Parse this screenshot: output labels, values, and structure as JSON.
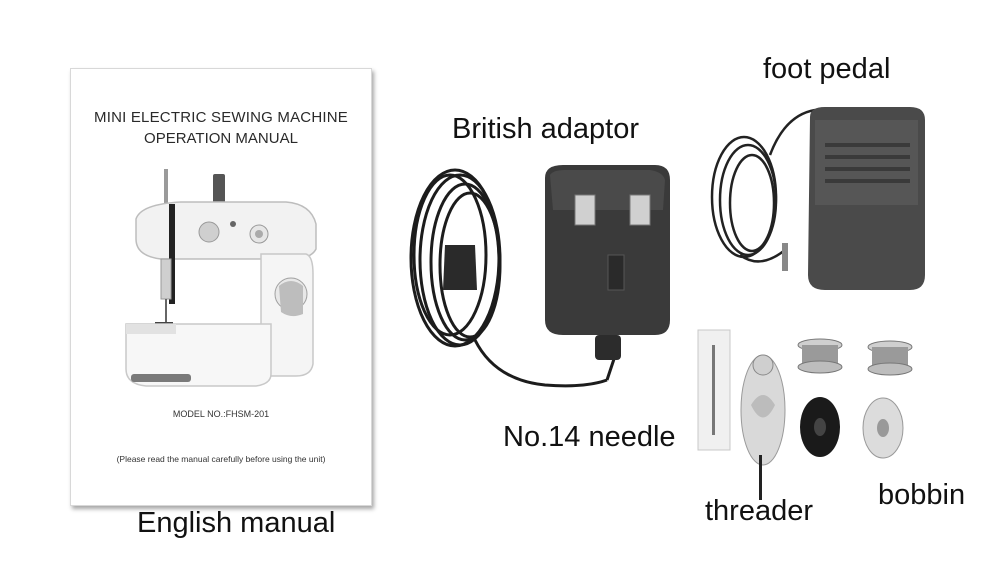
{
  "manual": {
    "title_line1": "MINI ELECTRIC SEWING MACHINE",
    "title_line2": "OPERATION MANUAL",
    "model": "MODEL NO.:FHSM-201",
    "note": "(Please read the manual carefully before using the unit)"
  },
  "captions": {
    "manual": "English manual",
    "adaptor": "British adaptor",
    "pedal": "foot pedal",
    "needle": "No.14 needle",
    "threader": "threader",
    "bobbin": "bobbin"
  }
}
